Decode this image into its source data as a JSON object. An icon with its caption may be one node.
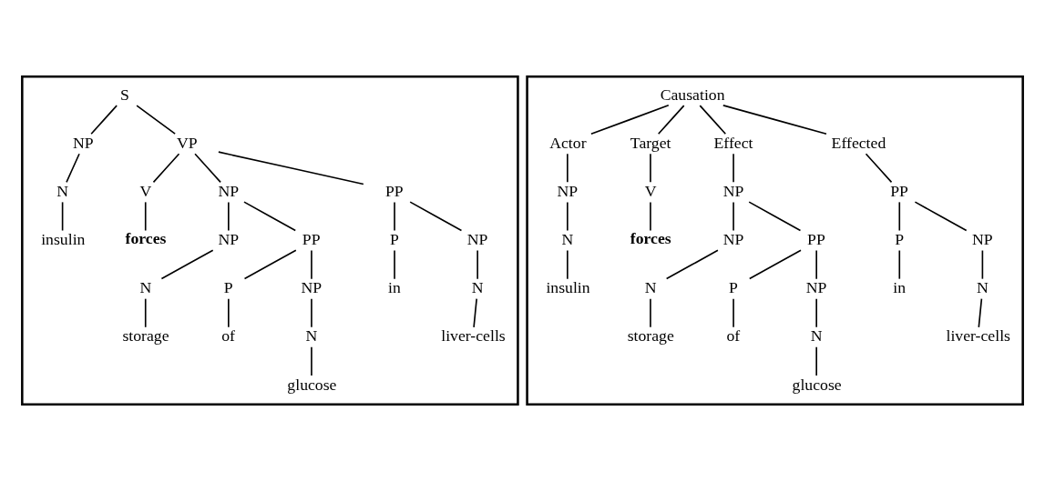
{
  "diagram": {
    "nodes": [
      {
        "text": [],
        "shape": "box"
      },
      {
        "text": [
          "S"
        ],
        "in": 0
      },
      {
        "text": [
          "NP"
        ],
        "in": 0
      },
      {
        "text": [
          "VP"
        ],
        "in": 0
      },
      {
        "text": [
          "N"
        ],
        "in": 0
      },
      {
        "text": [
          "V"
        ],
        "in": 0
      },
      {
        "text": [
          "NP"
        ],
        "in": 0
      },
      {
        "text": [
          "PP"
        ],
        "in": 0
      },
      {
        "text": [
          "insulin"
        ],
        "in": 0
      },
      {
        "text": [
          "forces"
        ],
        "in": 0
      },
      {
        "text": [
          "NP"
        ],
        "in": 0
      },
      {
        "text": [
          "PP"
        ],
        "in": 0
      },
      {
        "text": [
          "P"
        ],
        "in": 0
      },
      {
        "text": [
          "NP"
        ],
        "in": 0
      },
      {
        "text": [
          "N"
        ],
        "in": 0
      },
      {
        "text": [
          "P"
        ],
        "in": 0
      },
      {
        "text": [
          "NP"
        ],
        "in": 0
      },
      {
        "text": [
          "in"
        ],
        "in": 0
      },
      {
        "text": [
          "N"
        ],
        "in": 0
      },
      {
        "text": [
          "storage"
        ],
        "in": 0
      },
      {
        "text": [
          "of"
        ],
        "in": 0
      },
      {
        "text": [
          "N"
        ],
        "in": 0
      },
      {
        "text": [
          "liver-cells"
        ],
        "in": 0
      },
      {
        "text": [
          "glucose"
        ],
        "in": 0
      },
      {
        "text": [],
        "shape": "box"
      },
      {
        "text": [
          "Causation"
        ],
        "in": 24
      },
      {
        "text": [
          "Actor"
        ],
        "in": 24
      },
      {
        "text": [
          "Target"
        ],
        "in": 24
      },
      {
        "text": [
          "Effect"
        ],
        "in": 24
      },
      {
        "text": [
          "Effected"
        ],
        "in": 24
      },
      {
        "text": [
          "NP"
        ],
        "in": 24
      },
      {
        "text": [
          "V"
        ],
        "in": 24
      },
      {
        "text": [
          "NP"
        ],
        "in": 24
      },
      {
        "text": [
          "PP"
        ],
        "in": 24
      },
      {
        "text": [
          "N"
        ],
        "in": 24
      },
      {
        "text": [
          "forces"
        ],
        "in": 24
      },
      {
        "text": [
          "NP"
        ],
        "in": 24
      },
      {
        "text": [
          "PP"
        ],
        "in": 24
      },
      {
        "text": [
          "P"
        ],
        "in": 24
      },
      {
        "text": [
          "NP"
        ],
        "in": 24
      },
      {
        "text": [
          "insulin"
        ],
        "in": 24
      },
      {
        "text": [
          "N"
        ],
        "in": 24
      },
      {
        "text": [
          "P"
        ],
        "in": 24
      },
      {
        "text": [
          "NP"
        ],
        "in": 24
      },
      {
        "text": [
          "in"
        ],
        "in": 24
      },
      {
        "text": [
          "N"
        ],
        "in": 24
      },
      {
        "text": [
          "storage"
        ],
        "in": 24
      },
      {
        "text": [
          "of"
        ],
        "in": 24
      },
      {
        "text": [
          "N"
        ],
        "in": 24
      },
      {
        "text": [
          "liver-cells"
        ],
        "in": 24
      },
      {
        "text": [
          "glucose"
        ],
        "in": 24
      }
    ],
    "edges": [
      {
        "from": 1,
        "to": 2,
        "arrow": "none"
      },
      {
        "from": 1,
        "to": 3,
        "arrow": "none"
      },
      {
        "from": 2,
        "to": 4,
        "arrow": "none"
      },
      {
        "from": 3,
        "to": 5,
        "arrow": "none"
      },
      {
        "from": 3,
        "to": 6,
        "arrow": "none"
      },
      {
        "from": 3,
        "to": 7,
        "arrow": "none"
      },
      {
        "from": 4,
        "to": 8,
        "arrow": "none"
      },
      {
        "from": 5,
        "to": 9,
        "arrow": "none"
      },
      {
        "from": 6,
        "to": 10,
        "arrow": "none"
      },
      {
        "from": 6,
        "to": 11,
        "arrow": "none"
      },
      {
        "from": 7,
        "to": 12,
        "arrow": "none"
      },
      {
        "from": 7,
        "to": 13,
        "arrow": "none"
      },
      {
        "from": 10,
        "to": 14,
        "arrow": "none"
      },
      {
        "from": 11,
        "to": 15,
        "arrow": "none"
      },
      {
        "from": 11,
        "to": 16,
        "arrow": "none"
      },
      {
        "from": 12,
        "to": 17,
        "arrow": "none"
      },
      {
        "from": 13,
        "to": 18,
        "arrow": "none"
      },
      {
        "from": 14,
        "to": 19,
        "arrow": "none"
      },
      {
        "from": 15,
        "to": 20,
        "arrow": "none"
      },
      {
        "from": 16,
        "to": 21,
        "arrow": "none"
      },
      {
        "from": 18,
        "to": 22,
        "arrow": "none"
      },
      {
        "from": 21,
        "to": 23,
        "arrow": "none"
      },
      {
        "from": 25,
        "to": 26,
        "arrow": "none"
      },
      {
        "from": 25,
        "to": 27,
        "arrow": "none"
      },
      {
        "from": 25,
        "to": 28,
        "arrow": "none"
      },
      {
        "from": 25,
        "to": 29,
        "arrow": "none"
      },
      {
        "from": 26,
        "to": 30,
        "arrow": "none"
      },
      {
        "from": 27,
        "to": 31,
        "arrow": "none"
      },
      {
        "from": 28,
        "to": 32,
        "arrow": "none"
      },
      {
        "from": 29,
        "to": 33,
        "arrow": "none"
      },
      {
        "from": 30,
        "to": 34,
        "arrow": "none"
      },
      {
        "from": 31,
        "to": 35,
        "arrow": "none"
      },
      {
        "from": 32,
        "to": 36,
        "arrow": "none"
      },
      {
        "from": 32,
        "to": 37,
        "arrow": "none"
      },
      {
        "from": 33,
        "to": 38,
        "arrow": "none"
      },
      {
        "from": 33,
        "to": 39,
        "arrow": "none"
      },
      {
        "from": 34,
        "to": 40,
        "arrow": "none"
      },
      {
        "from": 36,
        "to": 41,
        "arrow": "none"
      },
      {
        "from": 37,
        "to": 42,
        "arrow": "none"
      },
      {
        "from": 37,
        "to": 43,
        "arrow": "none"
      },
      {
        "from": 38,
        "to": 44,
        "arrow": "none"
      },
      {
        "from": 39,
        "to": 45,
        "arrow": "none"
      },
      {
        "from": 41,
        "to": 46,
        "arrow": "none"
      },
      {
        "from": 42,
        "to": 47,
        "arrow": "none"
      },
      {
        "from": 43,
        "to": 48,
        "arrow": "none"
      },
      {
        "from": 45,
        "to": 49,
        "arrow": "none"
      },
      {
        "from": 48,
        "to": 50,
        "arrow": "none"
      }
    ]
  }
}
